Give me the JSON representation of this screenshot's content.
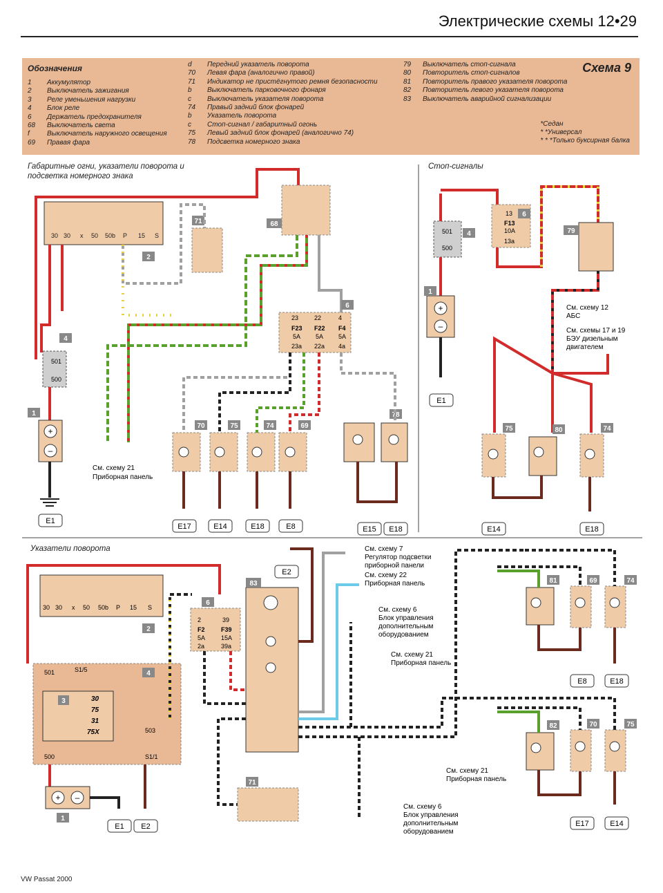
{
  "header": {
    "title": "Электрические схемы 12•29"
  },
  "legend": {
    "title": "Обозначения",
    "scheme": "Схема 9",
    "col1": [
      {
        "k": "1",
        "v": "Аккумулятор"
      },
      {
        "k": "2",
        "v": "Выключатель зажигания"
      },
      {
        "k": "3",
        "v": "Реле уменьшения нагрузки"
      },
      {
        "k": "4",
        "v": "Блок реле"
      },
      {
        "k": "6",
        "v": "Держатель предохранителя"
      },
      {
        "k": "68",
        "v": "Выключатель света"
      },
      {
        "k": "f",
        "v": "Выключатель наружного освещения"
      },
      {
        "k": "69",
        "v": "Правая фара"
      }
    ],
    "col2": [
      {
        "k": "d",
        "v": "Передний указатель поворота"
      },
      {
        "k": "70",
        "v": "Левая фара (аналогично правой)"
      },
      {
        "k": "71",
        "v": "Индикатор не пристёгнутого ремня безопасности"
      },
      {
        "k": "b",
        "v": "Выключатель парковочного фонаря"
      },
      {
        "k": "c",
        "v": "Выключатель указателя поворота"
      },
      {
        "k": "74",
        "v": "Правый задний блок фонарей"
      },
      {
        "k": "b",
        "v": "Указатель поворота"
      },
      {
        "k": "c",
        "v": "Стоп-сигнал / габаритный огонь"
      },
      {
        "k": "75",
        "v": "Левый задний блок фонарей (аналогично 74)"
      },
      {
        "k": "78",
        "v": "Подсветка номерного знака"
      }
    ],
    "col3": [
      {
        "k": "79",
        "v": "Выключатель стоп-сигнала"
      },
      {
        "k": "80",
        "v": "Повторитель стоп-сигналов"
      },
      {
        "k": "81",
        "v": "Повторитель правого указателя поворота"
      },
      {
        "k": "82",
        "v": "Повторитель левого указателя поворота"
      },
      {
        "k": "83",
        "v": "Выключатель аварийной сигнализации"
      }
    ],
    "notes": [
      "*Седан",
      "* *Универсал",
      "* * *Только буксирная балка"
    ]
  },
  "sections": {
    "lights": "Габаритные огни, указатели поворота и подсветка номерного знака",
    "stop": "Стоп-сигналы",
    "turn": "Указатели поворота"
  },
  "components": [
    "1",
    "2",
    "4",
    "6",
    "68",
    "71",
    "69",
    "70",
    "74",
    "75",
    "78",
    "79",
    "80",
    "81",
    "82",
    "83",
    "3"
  ],
  "grounds": [
    "E1",
    "E2",
    "E8",
    "E14",
    "E15",
    "E17",
    "E18"
  ],
  "fuses": [
    {
      "id": "F23",
      "rating": "5A",
      "in": "23",
      "out": "23a"
    },
    {
      "id": "F22",
      "rating": "5A",
      "in": "22",
      "out": "22a"
    },
    {
      "id": "F4",
      "rating": "5A",
      "in": "4",
      "out": "4a"
    },
    {
      "id": "F13",
      "rating": "10A",
      "in": "13",
      "out": "13a"
    },
    {
      "id": "F2",
      "rating": "5A",
      "in": "2",
      "out": "2a"
    },
    {
      "id": "F39",
      "rating": "15A",
      "in": "39",
      "out": "39a"
    }
  ],
  "refs": {
    "r_scheme21_panel": "См. схему 21 Приборная панель",
    "r_abs": "См. схему 12 АБС",
    "r_diesel": "См. схемы 17 и 19 БЭУ дизельным двигателем",
    "r_scheme7": "См. схему 7 Регулятор подсветки приборной панели",
    "r_scheme22": "См. схему 22 Приборная панель",
    "r_scheme6": "См. схему 6 Блок управления дополнительным оборудованием",
    "r_scheme21b": "См. схему 21 Приборная панель",
    "r_scheme21c": "См. схему 21 Приборная панель",
    "r_scheme6b": "См. схему 6 Блок управления дополнительным оборудованием"
  },
  "wire_colors": {
    "Ro": "#d22b2b",
    "Sw": "#1a1a1a",
    "Gr": "#a0a0a0",
    "Gn": "#5aa02c",
    "Ge": "#e8d23a",
    "Br": "#6b2a1e",
    "Bl": "#6ccbe8",
    "Ws": "#ffffff"
  },
  "footer": "VW Passat 2000"
}
